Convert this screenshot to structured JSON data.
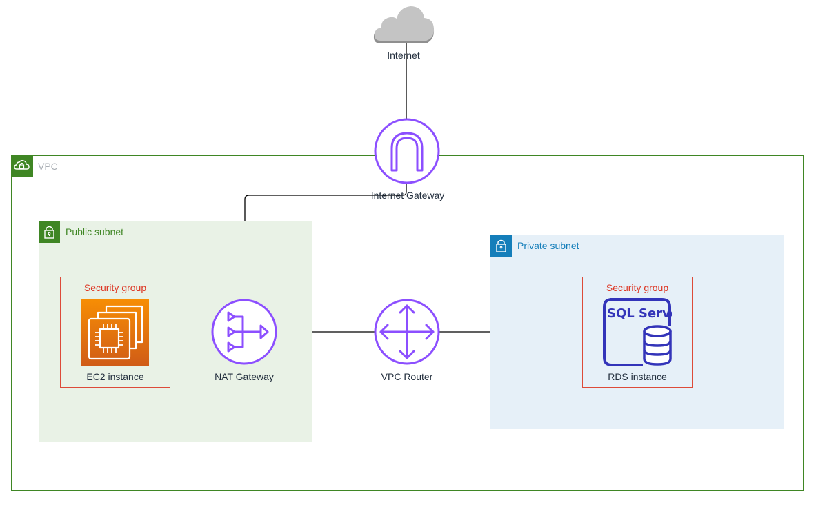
{
  "internet": {
    "label": "Internet"
  },
  "igw": {
    "label": "Internet Gateway"
  },
  "vpc": {
    "label": "VPC"
  },
  "public_subnet": {
    "label": "Public subnet"
  },
  "private_subnet": {
    "label": "Private subnet"
  },
  "ec2": {
    "label": "EC2 instance",
    "security_group": "Security group"
  },
  "nat": {
    "label": "NAT Gateway"
  },
  "router": {
    "label": "VPC Router"
  },
  "rds": {
    "label": "RDS instance",
    "security_group": "Security group",
    "engine_text": "SQL Server"
  },
  "colors": {
    "vpc_green": "#3f8624",
    "private_blue": "#147eba",
    "security_red": "#dd4b39",
    "network_purple": "#8c4fff",
    "rds_blue": "#3334b9",
    "ec2_orange_top": "#f78e04",
    "ec2_orange_bottom": "#d05c17"
  }
}
